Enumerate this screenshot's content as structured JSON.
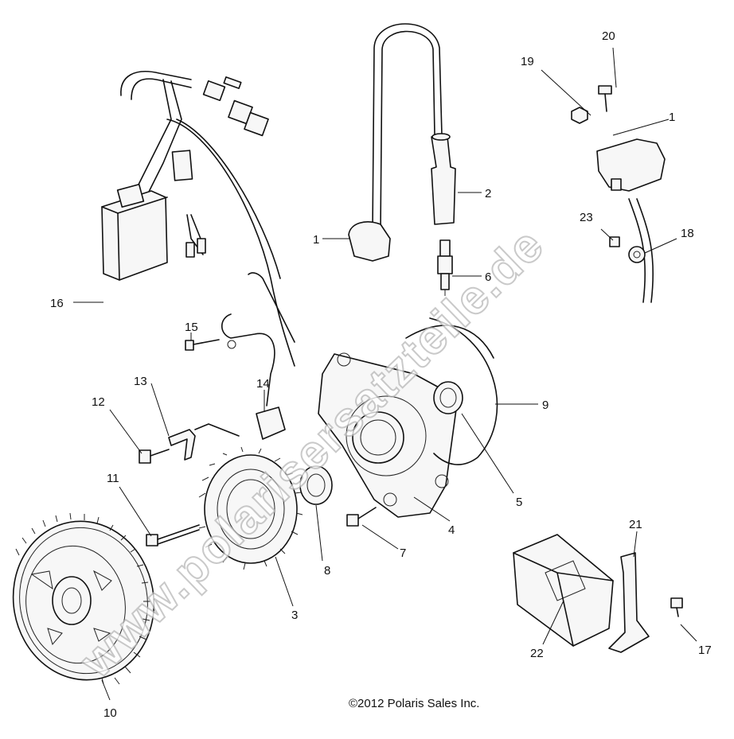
{
  "diagram": {
    "callouts": {
      "c1a": "1",
      "c1b": "1",
      "c2": "2",
      "c3": "3",
      "c4": "4",
      "c5": "5",
      "c6": "6",
      "c7": "7",
      "c8": "8",
      "c9": "9",
      "c10": "10",
      "c11": "11",
      "c12": "12",
      "c13": "13",
      "c14": "14",
      "c15": "15",
      "c16": "16",
      "c17": "17",
      "c18": "18",
      "c19": "19",
      "c20": "20",
      "c21": "21",
      "c22": "22",
      "c23": "23"
    },
    "copyright": "©2012 Polaris Sales Inc.",
    "watermark": "www.polarisersatzteile.de"
  }
}
